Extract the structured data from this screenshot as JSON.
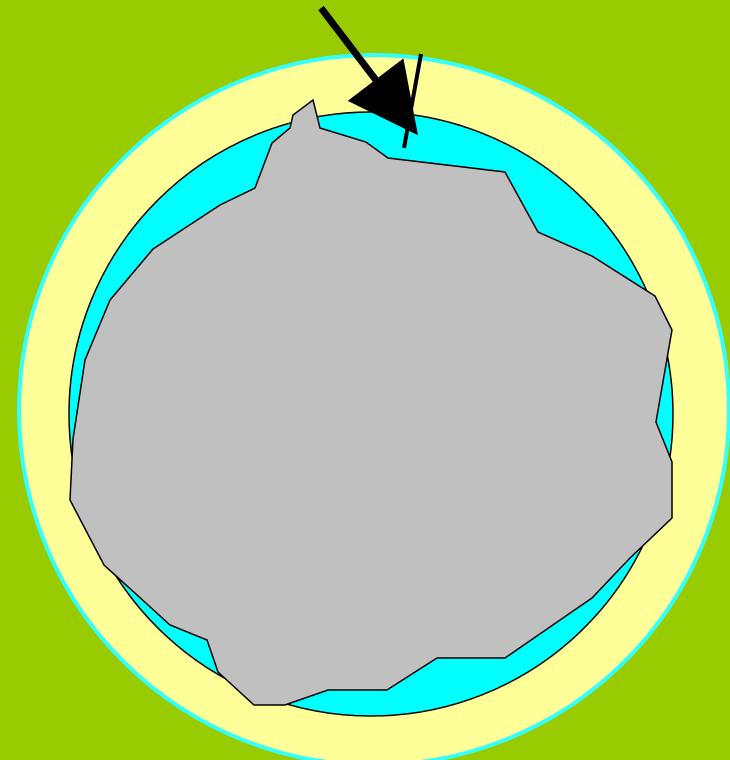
{
  "colors": {
    "background": "#99cc00",
    "outer_ring_fill": "#ffff99",
    "outer_ring_stroke": "#33ffff",
    "inner_circle_fill": "#00ffff",
    "inner_circle_stroke": "#000000",
    "blob_fill": "#c0c0c0",
    "blob_stroke": "#000000",
    "arrow": "#000000",
    "pointer_line": "#000000"
  },
  "elements": {
    "outer_ring": {
      "shape": "circle"
    },
    "inner_circle": {
      "shape": "circle"
    },
    "gray_mass": {
      "shape": "irregular-polygon"
    },
    "arrow": {
      "icon": "arrow-down-right-icon"
    },
    "pointer_line": {
      "shape": "line"
    }
  }
}
